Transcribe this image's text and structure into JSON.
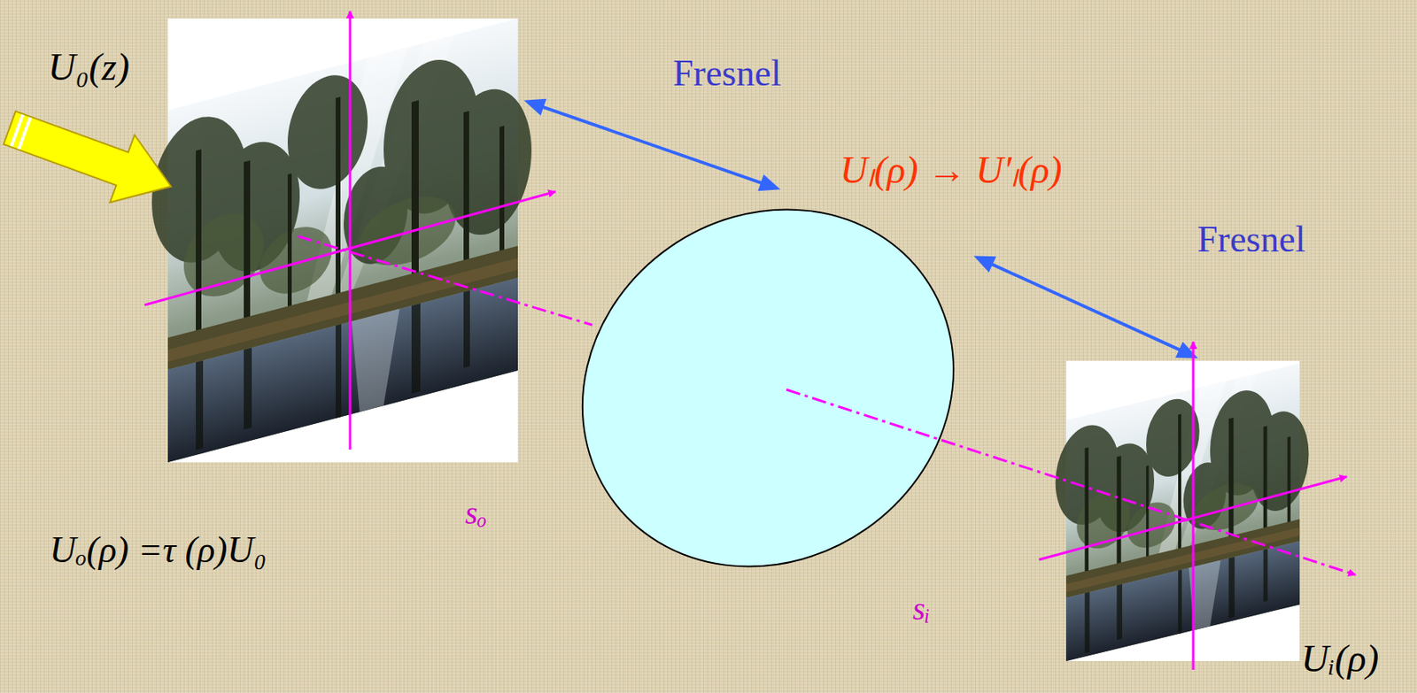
{
  "diagram": {
    "nodes": [
      {
        "text": [
          "Uₒ(ρ) =τ (ρ)U₀"
        ]
      },
      {
        "text": [
          "Uₗ(ρ) → U′ₗ(ρ)"
        ]
      },
      {
        "text": [
          "Uᵢ(ρ)"
        ]
      }
    ],
    "edges": [
      {
        "from": 0,
        "to": 1,
        "arrow": "both",
        "label": "Fresnel"
      },
      {
        "from": 1,
        "to": 2,
        "arrow": "both",
        "label": "Fresnel"
      }
    ],
    "labels": [
      "U₀(z)",
      "sₒ",
      "sᵢ"
    ]
  }
}
